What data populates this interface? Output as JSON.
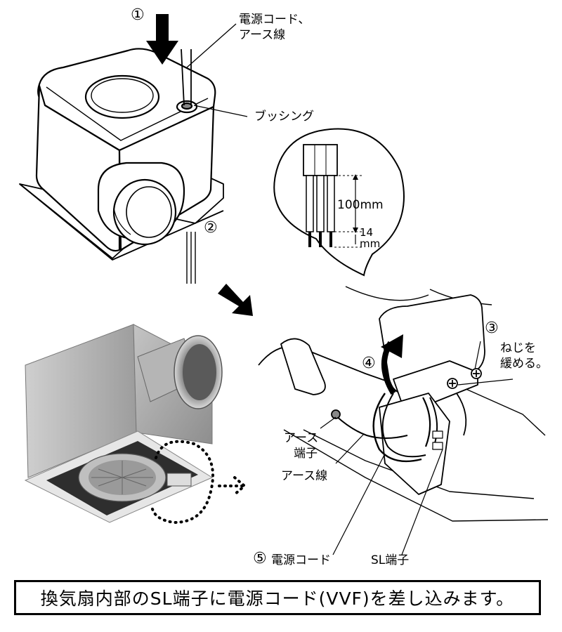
{
  "steps": {
    "s1": "①",
    "s2": "②",
    "s3": "③",
    "s4": "④",
    "s5": "⑤"
  },
  "labels": {
    "cord_earth_1": "電源コード、",
    "cord_earth_2": "アース線",
    "bushing": "ブッシング",
    "len_100": "100mm",
    "len_14_a": "14",
    "len_14_b": "mm",
    "screw_1": "ねじを",
    "screw_2": "緩める。",
    "earth_terminal_1": "アース",
    "earth_terminal_2": "端子",
    "earth_wire": "アース線",
    "power_cord": "電源コード",
    "sl_terminal": "SL端子"
  },
  "caption": "換気扇内部のSL端子に電源コード(VVF)を差し込みます。",
  "colors": {
    "ink": "#000000",
    "metal_light": "#d7d7d7",
    "metal_mid": "#a9a9a9",
    "metal_dark": "#3a3a3a"
  }
}
